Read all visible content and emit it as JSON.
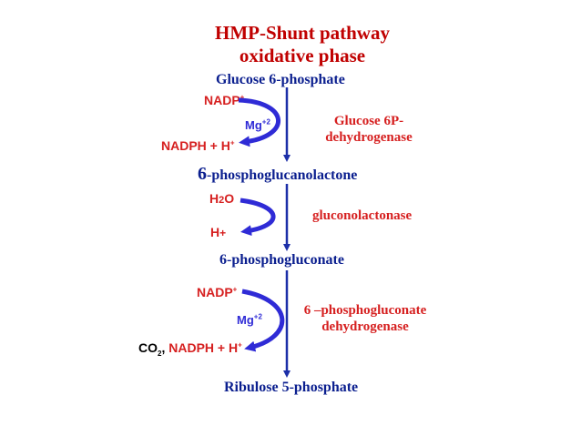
{
  "title": {
    "line1": "HMP-Shunt pathway",
    "line2": "oxidative phase"
  },
  "metabolites": {
    "m1": "Glucose 6-phosphate",
    "m2_num": "6",
    "m2_rest": "-phosphoglucanolactone",
    "m3": "6-phosphogluconate",
    "m4": "Ribulose 5-phosphate"
  },
  "step1": {
    "nadp": "NADP",
    "nadp_sup": "+",
    "mg": "Mg",
    "mg_sup": "+2",
    "nadph": "NADPH + H",
    "nadph_sup": "+",
    "enzyme_line1": "Glucose 6P-",
    "enzyme_line2": "dehydrogenase"
  },
  "step2": {
    "h2o_h": "H",
    "h2o_2": "2",
    "h2o_o": "O",
    "h": "H",
    "h_sup": "+",
    "enzyme": "gluconolactonase"
  },
  "step3": {
    "nadp": "NADP",
    "nadp_sup": "+",
    "mg": "Mg",
    "mg_sup": "+2",
    "co2_co": "CO",
    "co2_2": "2",
    "co2_comma": ",",
    "nadph": "NADPH + H",
    "nadph_sup": "+",
    "enzyme_line1": "6 –phosphogluconate",
    "enzyme_line2": "dehydrogenase"
  },
  "colors": {
    "title": "#c00000",
    "metabolite": "#0b1f8f",
    "enzyme": "#d62020",
    "cofactor": "#d62020",
    "mg": "#2f2bd6",
    "main_arrow": "#1c2fa8",
    "curved_arrow": "#2f2bd6"
  }
}
